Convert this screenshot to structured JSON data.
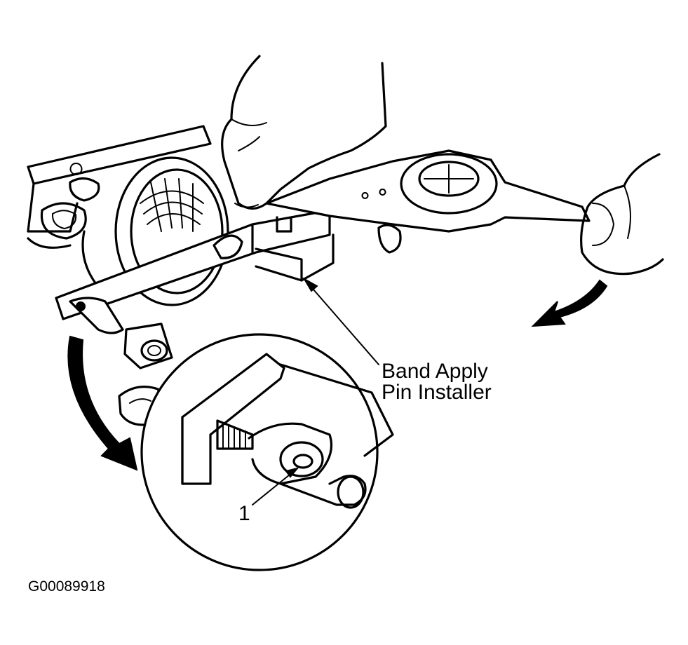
{
  "callouts": {
    "tool_label_line1": "Band Apply",
    "tool_label_line2": "Pin Installer",
    "detail_number": "1"
  },
  "figure_id": "G00089918"
}
